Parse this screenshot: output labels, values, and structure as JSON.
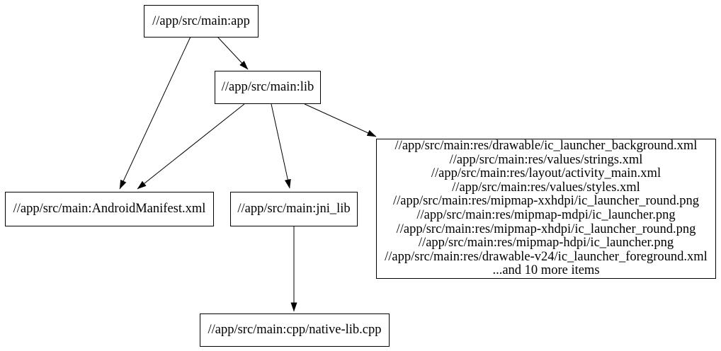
{
  "graph": {
    "colors": {
      "background": "#ffffff",
      "node_fill": "#ffffff",
      "node_border": "#000000",
      "text": "#000000",
      "edge": "#000000"
    },
    "nodes": {
      "app": {
        "label": "//app/src/main:app"
      },
      "lib": {
        "label": "//app/src/main:lib"
      },
      "manifest": {
        "label": "//app/src/main:AndroidManifest.xml"
      },
      "jni_lib": {
        "label": "//app/src/main:jni_lib"
      },
      "native_lib": {
        "label": "//app/src/main:cpp/native-lib.cpp"
      },
      "resources": {
        "lines": [
          "//app/src/main:res/drawable/ic_launcher_background.xml",
          "//app/src/main:res/values/strings.xml",
          "//app/src/main:res/layout/activity_main.xml",
          "//app/src/main:res/values/styles.xml",
          "//app/src/main:res/mipmap-xxhdpi/ic_launcher_round.png",
          "//app/src/main:res/mipmap-mdpi/ic_launcher.png",
          "//app/src/main:res/mipmap-xhdpi/ic_launcher_round.png",
          "//app/src/main:res/mipmap-hdpi/ic_launcher.png",
          "//app/src/main:res/drawable-v24/ic_launcher_foreground.xml",
          "...and 10 more items"
        ]
      }
    },
    "edges": [
      {
        "from": "app",
        "to": "lib"
      },
      {
        "from": "app",
        "to": "manifest"
      },
      {
        "from": "lib",
        "to": "manifest"
      },
      {
        "from": "lib",
        "to": "jni_lib"
      },
      {
        "from": "lib",
        "to": "resources"
      },
      {
        "from": "jni_lib",
        "to": "native_lib"
      }
    ]
  }
}
